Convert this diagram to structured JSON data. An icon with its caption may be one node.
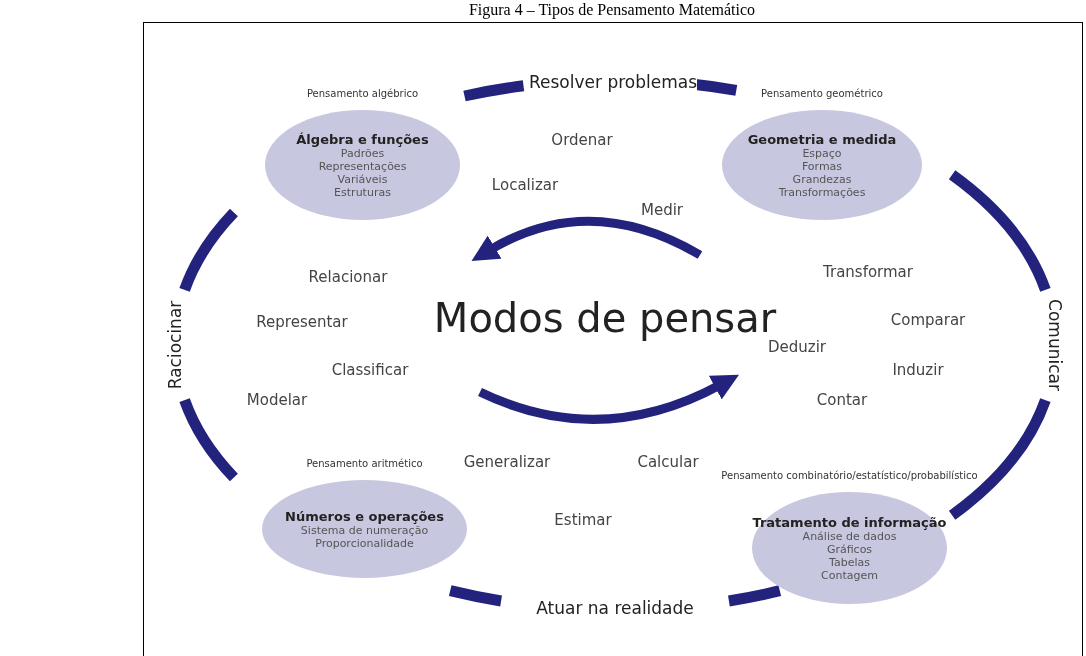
{
  "diagram": {
    "title": "Figura 4 – Tipos de Pensamento Matemático",
    "nodes": [
      {
        "text": [
          "Pensamento algébrico",
          "Álgebra e funções",
          "Padrões",
          "Representações",
          "Variáveis",
          "Estruturas"
        ]
      },
      {
        "text": [
          "Pensamento geométrico",
          "Geometria e medida",
          "Espaço",
          "Formas",
          "Grandezas",
          "Transformações"
        ]
      },
      {
        "text": [
          "Pensamento aritmético",
          "Números e operações",
          "Sistema de numeração",
          "Proporcionalidade"
        ]
      },
      {
        "text": [
          "Pensamento combinatório/estatístico/probabilístico",
          "Tratamento de informação",
          "Análise de dados",
          "Gráficos",
          "Tabelas",
          "Contagem"
        ]
      }
    ],
    "edges": [],
    "labels": [
      "Resolver problemas",
      "Comunicar",
      "Atuar na realidade",
      "Raciocinar",
      "Modos de pensar",
      "Ordenar",
      "Localizar",
      "Medir",
      "Relacionar",
      "Representar",
      "Classificar",
      "Modelar",
      "Transformar",
      "Comparar",
      "Deduzir",
      "Induzir",
      "Contar",
      "Generalizar",
      "Calcular",
      "Estimar"
    ]
  }
}
